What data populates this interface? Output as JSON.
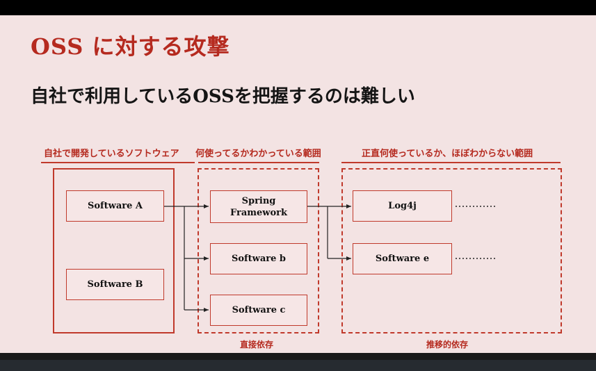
{
  "title": "OSS に対する攻撃",
  "subtitle": "自社で利用しているOSSを把握するのは難しい",
  "sections": {
    "own": "自社で開発しているソフトウェア",
    "known": "何使ってるかわかっている範囲",
    "unknown": "正直何使っているか、ほぼわからない範囲"
  },
  "nodes": {
    "software_a": "Software A",
    "software_b": "Software B",
    "spring": "Spring\nFramework",
    "software_b_lower": "Software b",
    "software_c": "Software c",
    "log4j": "Log4j",
    "software_e": "Software e"
  },
  "footers": {
    "direct": "直接依存",
    "transitive": "推移的依存"
  },
  "colors": {
    "accent": "#c0392b",
    "title": "#b52a1f",
    "slide_bg": "#f3e3e3"
  }
}
